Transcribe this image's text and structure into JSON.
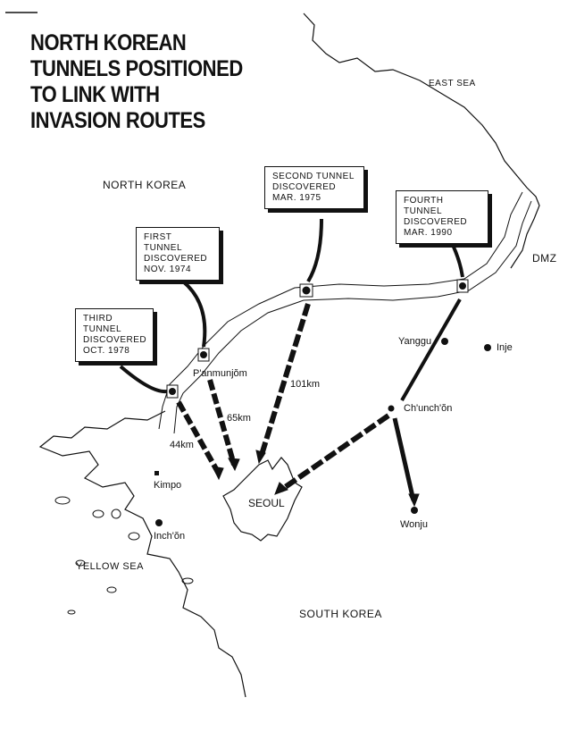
{
  "title": [
    "NORTH KOREAN",
    "TUNNELS POSITIONED",
    "TO LINK WITH",
    "INVASION ROUTES"
  ],
  "regions": {
    "north_korea": "NORTH KOREA",
    "south_korea": "SOUTH KOREA",
    "east_sea": "EAST SEA",
    "yellow_sea": "YELLOW SEA",
    "dmz": "DMZ"
  },
  "tunnels": [
    {
      "line1": "FIRST TUNNEL",
      "line2": "DISCOVERED",
      "line3": "NOV. 1974"
    },
    {
      "line1": "SECOND TUNNEL",
      "line2": "DISCOVERED",
      "line3": "MAR. 1975"
    },
    {
      "line1": "THIRD TUNNEL",
      "line2": "DISCOVERED",
      "line3": "OCT. 1978"
    },
    {
      "line1": "FOURTH TUNNEL",
      "line2": "DISCOVERED",
      "line3": "MAR. 1990"
    }
  ],
  "places": {
    "panmunjom": "P'anmunjŏm",
    "seoul": "SEOUL",
    "kimpo": "Kimpo",
    "inchon": "Inch'ŏn",
    "yanggu": "Yanggu",
    "inje": "Inje",
    "chunchon": "Ch'unch'ŏn",
    "wonju": "Wonju"
  },
  "distances": {
    "d1": "44km",
    "d2": "65km",
    "d3": "101km"
  }
}
